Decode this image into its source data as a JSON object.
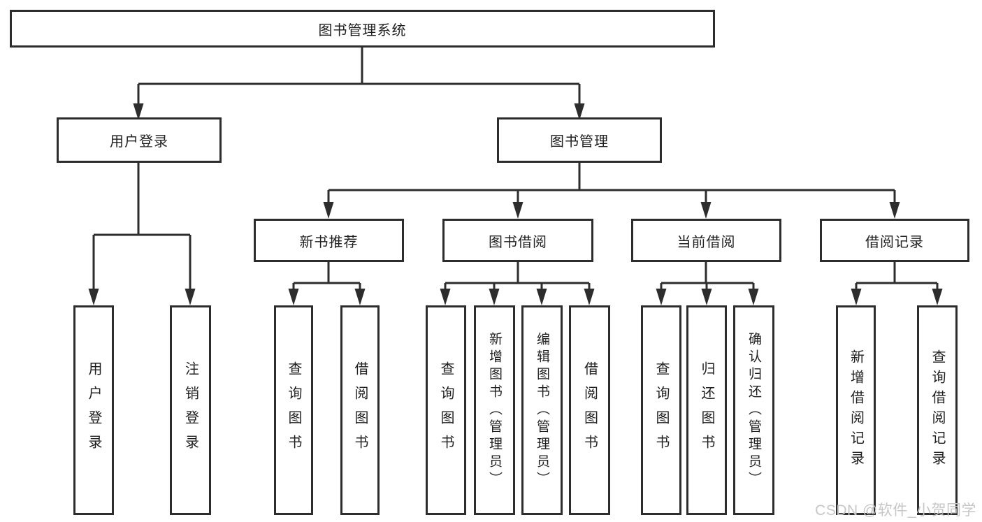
{
  "tree": {
    "label": "图书管理系统",
    "children": [
      {
        "label": "用户登录",
        "children": [
          {
            "label": "用户登录"
          },
          {
            "label": "注销登录"
          }
        ]
      },
      {
        "label": "图书管理",
        "children": [
          {
            "label": "新书推荐",
            "children": [
              {
                "label": "查询图书"
              },
              {
                "label": "借阅图书"
              }
            ]
          },
          {
            "label": "图书借阅",
            "children": [
              {
                "label": "查询图书"
              },
              {
                "label": "新增图书（管理员）"
              },
              {
                "label": "编辑图书（管理员）"
              },
              {
                "label": "借阅图书"
              }
            ]
          },
          {
            "label": "当前借阅",
            "children": [
              {
                "label": "查询图书"
              },
              {
                "label": "归还图书"
              },
              {
                "label": "确认归还（管理员）"
              }
            ]
          },
          {
            "label": "借阅记录",
            "children": [
              {
                "label": "新增借阅记录"
              },
              {
                "label": "查询借阅记录"
              }
            ]
          }
        ]
      }
    ]
  },
  "watermark": {
    "text": "CSDN @软件_小贺同学"
  },
  "colors": {
    "line": "#2d2d2d",
    "box_border": "#2d2d2d",
    "text": "#1f1f1f",
    "watermark": "#c7c7c7",
    "background": "#ffffff"
  }
}
